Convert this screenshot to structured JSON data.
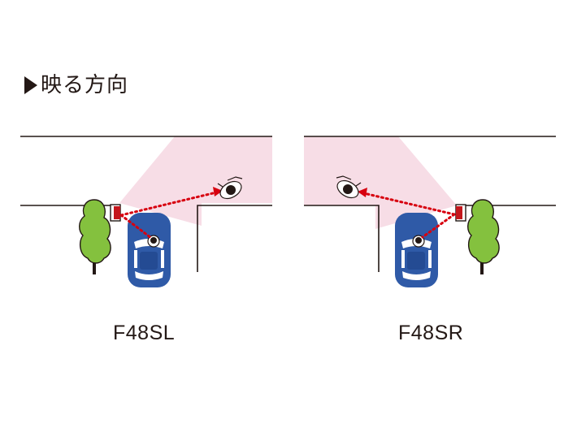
{
  "heading": {
    "text": "映る方向"
  },
  "diagrams": [
    {
      "label": "F48SL"
    },
    {
      "label": "F48SR"
    }
  ],
  "colors": {
    "road_line": "#231815",
    "view_area": "#f7dde6",
    "car": "#2f5aa7",
    "tree": "#84c13e",
    "camera": "#c4161c",
    "dotted": "#d7000f"
  },
  "icons": [
    "car-icon",
    "tree-icon",
    "camera-icon",
    "pedestrian-icon",
    "driver-icon",
    "triangle-right-icon"
  ]
}
